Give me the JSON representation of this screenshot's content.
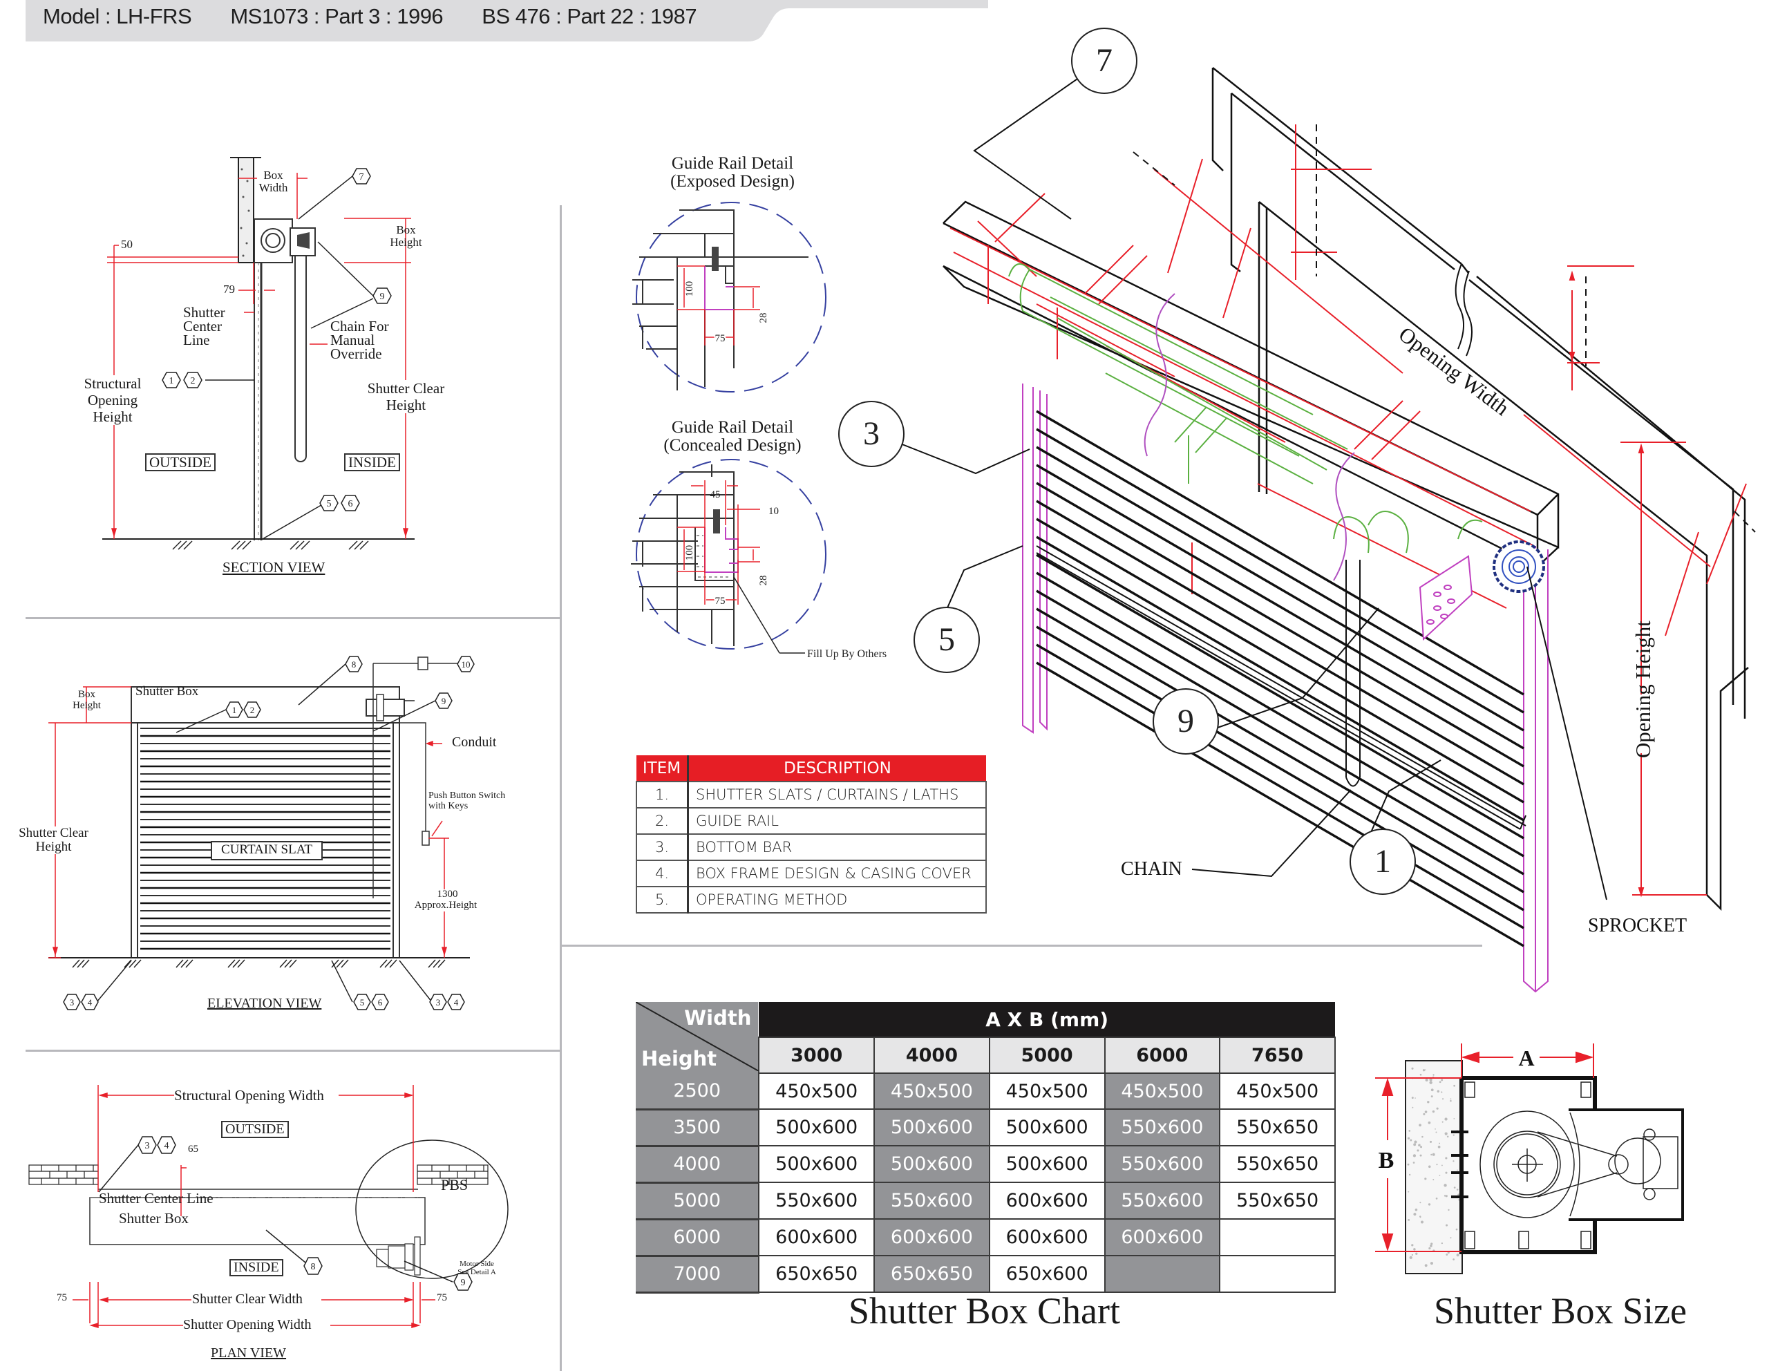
{
  "header": {
    "model": "Model : LH-FRS",
    "standard_1": "MS1073 : Part 3 : 1996",
    "standard_2": "BS 476 : Part 22 : 1987"
  },
  "section_view": {
    "title": "SECTION VIEW",
    "labels": {
      "box_width": "Box Width",
      "box_height": "Box Height",
      "dim_50": "50",
      "dim_79": "79",
      "shutter_center_line": "Shutter Center Line",
      "chain_override": "Chain For Manual Override",
      "structural_opening_height": "Structural Opening Height",
      "shutter_clear_height": "Shutter Clear Height",
      "outside": "OUTSIDE",
      "inside": "INSIDE"
    },
    "tags": [
      "7",
      "9",
      "1",
      "2",
      "5",
      "6"
    ]
  },
  "elevation_view": {
    "title": "ELEVATION VIEW",
    "labels": {
      "shutter_box": "Shutter Box",
      "box_height": "Box Height",
      "conduit": "Conduit",
      "push_button": "Push Button Switch with Keys",
      "shutter_clear_height": "Shutter Clear Height",
      "curtain_slat": "CURTAIN SLAT",
      "dim_1300": "1300",
      "approx_height": "Approx.Height"
    },
    "tags": [
      "8",
      "10",
      "1",
      "2",
      "9",
      "3",
      "4",
      "5",
      "6",
      "3",
      "4"
    ]
  },
  "plan_view": {
    "title": "PLAN VIEW",
    "labels": {
      "structural_opening_width": "Structural Opening Width",
      "outside": "OUTSIDE",
      "inside": "INSIDE",
      "dim_65": "65",
      "shutter_center_line": "Shutter Center Line",
      "shutter_box": "Shutter Box",
      "pbs": "PBS",
      "motor_side": "Motor Side",
      "see_detail": "See Detail A",
      "dim_75_left": "75",
      "dim_75_right": "75",
      "shutter_clear_width": "Shutter Clear Width",
      "shutter_opening_width": "Shutter Opening Width"
    },
    "tags": [
      "3",
      "4",
      "8",
      "9"
    ]
  },
  "guide_rail_exposed": {
    "title_1": "Guide Rail Detail",
    "title_2": "(Exposed Design)",
    "dim_100": "100",
    "dim_28": "28",
    "dim_75": "75"
  },
  "guide_rail_concealed": {
    "title_1": "Guide Rail Detail",
    "title_2": "(Concealed Design)",
    "dim_45": "45",
    "dim_10": "10",
    "dim_100": "100",
    "dim_28": "28",
    "dim_75": "75",
    "fill_note": "Fill Up By Others"
  },
  "isometric": {
    "callouts": [
      "7",
      "3",
      "5",
      "9",
      "1"
    ],
    "opening_width": "Opening Width",
    "opening_height": "Opening Height",
    "chain": "CHAIN",
    "sprocket": "SPROCKET"
  },
  "item_table": {
    "headers": [
      "ITEM",
      "DESCRIPTION"
    ],
    "rows": [
      {
        "item": "1.",
        "description": "SHUTTER SLATS / CURTAINS / LATHS"
      },
      {
        "item": "2.",
        "description": "GUIDE RAIL"
      },
      {
        "item": "3.",
        "description": "BOTTOM BAR"
      },
      {
        "item": "4.",
        "description": "BOX FRAME DESIGN & CASING COVER"
      },
      {
        "item": "5.",
        "description": "OPERATING METHOD"
      }
    ],
    "header_color": "#e61e25"
  },
  "box_chart": {
    "title": "Shutter Box Chart",
    "corner_width": "Width",
    "corner_height": "Height",
    "span_header": "A X B (mm)",
    "widths": [
      "3000",
      "4000",
      "5000",
      "6000",
      "7650"
    ],
    "rows": [
      {
        "height": "2500",
        "values": [
          "450x500",
          "450x500",
          "450x500",
          "450x500",
          "450x500"
        ]
      },
      {
        "height": "3500",
        "values": [
          "500x600",
          "500x600",
          "500x600",
          "550x600",
          "550x650"
        ]
      },
      {
        "height": "4000",
        "values": [
          "500x600",
          "500x600",
          "500x600",
          "550x600",
          "550x650"
        ]
      },
      {
        "height": "5000",
        "values": [
          "550x600",
          "550x600",
          "600x600",
          "550x600",
          "550x650"
        ]
      },
      {
        "height": "6000",
        "values": [
          "600x600",
          "600x600",
          "600x600",
          "600x600",
          ""
        ]
      },
      {
        "height": "7000",
        "values": [
          "650x650",
          "650x650",
          "650x600",
          "",
          ""
        ]
      }
    ]
  },
  "box_size": {
    "title": "Shutter Box Size",
    "dim_a": "A",
    "dim_b": "B"
  },
  "colors": {
    "dimension_red": "#e8202a",
    "guide_circle_blue": "#3540a0",
    "rail_magenta": "#c040c0",
    "cutaway_green": "#5ab040",
    "table_grey": "#939497",
    "header_grey": "#dcdcde"
  }
}
